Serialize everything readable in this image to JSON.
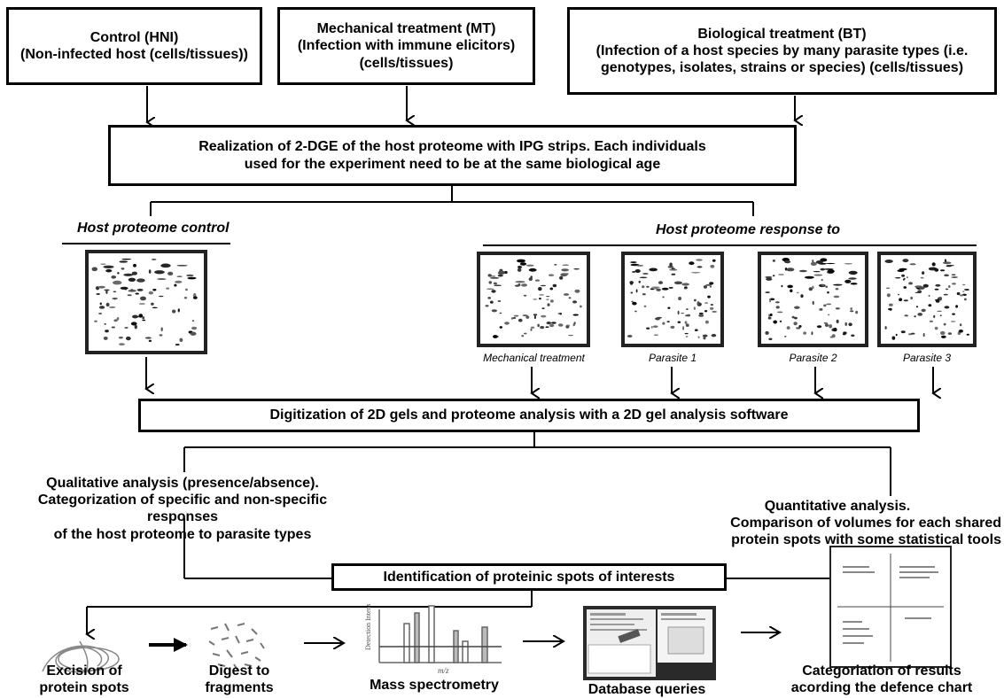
{
  "top_boxes": {
    "control": [
      "Control (HNI)",
      "(Non-infected host (cells/tissues))"
    ],
    "mechanical": [
      "Mechanical treatment (MT)",
      "(Infection with immune elicitors)",
      "(cells/tissues)"
    ],
    "biological": [
      "Biological treatment (BT)",
      "(Infection of a host species by many parasite types (i.e.",
      "genotypes, isolates, strains or species) (cells/tissues)"
    ]
  },
  "realization": [
    "Realization of 2-DGE of the host proteome with IPG strips. Each individuals",
    "used for the experiment need to be at the same biological age"
  ],
  "host_control": "Host proteome control",
  "host_response": "Host proteome response to",
  "gel_labels": [
    "Mechanical treatment",
    "Parasite 1",
    "Parasite 2",
    "Parasite 3"
  ],
  "digitization": "Digitization of 2D gels and proteome analysis with a 2D gel analysis software",
  "qualitative": [
    "Qualitative analysis (presence/absence).",
    "Categorization of specific and non-specific responses",
    "of the host proteome to parasite types"
  ],
  "quantitative": [
    "Quantitative analysis.",
    "Comparison of volumes for each shared",
    "protein spots with some statistical tools"
  ],
  "identification": "Identification of proteinic spots of interests",
  "steps": {
    "excision": [
      "Excision of",
      "protein spots"
    ],
    "digest": [
      "Digest to",
      "fragments"
    ],
    "mass": "Mass spectrometry",
    "database": "Database queries",
    "categ": [
      "Categoriation of results",
      "acording the defence chart"
    ]
  },
  "spectrum_axes": {
    "y": "Detection Intensity",
    "x": "m/z"
  }
}
